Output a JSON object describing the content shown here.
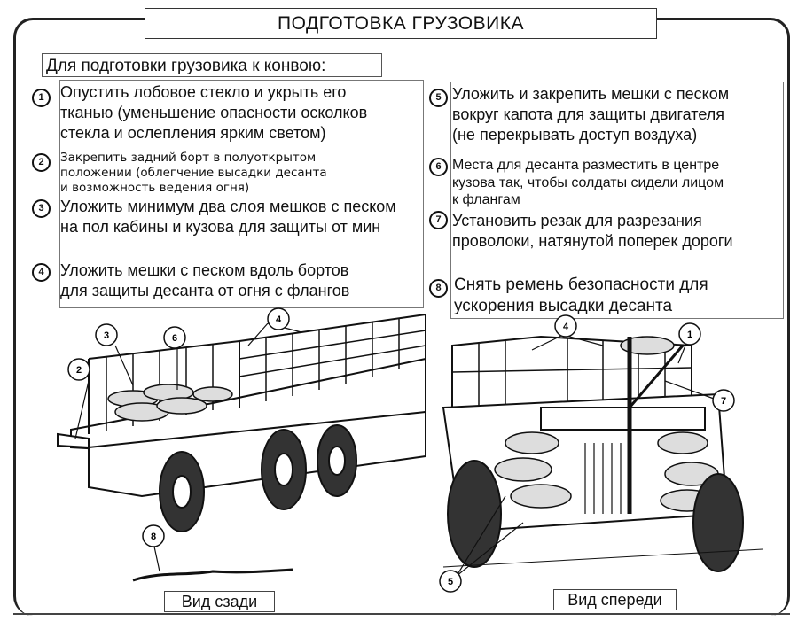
{
  "title": "ПОДГОТОВКА ГРУЗОВИКА",
  "subtitle": "Для подготовки грузовика к конвою:",
  "steps": [
    {
      "num": "1",
      "lines": [
        "Опустить лобовое стекло и укрыть его",
        "тканью (уменьшение опасности осколков",
        "стекла и ослепления ярким светом)"
      ]
    },
    {
      "num": "2",
      "lines": [
        "Закрепить задний борт в полуоткрытом",
        "положении (облегчение высадки десанта",
        "и возможность ведения огня)"
      ]
    },
    {
      "num": "3",
      "lines": [
        "Уложить минимум два слоя мешков с песком",
        "на пол кабины и кузова для защиты от мин"
      ]
    },
    {
      "num": "4",
      "lines": [
        "Уложить мешки с песком вдоль бортов",
        "для защиты десанта от огня с флангов"
      ]
    },
    {
      "num": "5",
      "lines": [
        "Уложить и закрепить мешки с песком",
        "вокруг капота для защиты двигателя",
        "(не перекрывать доступ воздуха)"
      ]
    },
    {
      "num": "6",
      "lines": [
        "Места для десанта разместить в центре",
        "кузова так, чтобы солдаты сидели лицом",
        "к флангам"
      ]
    },
    {
      "num": "7",
      "lines": [
        "Установить резак для разрезания",
        "проволоки, натянутой поперек дороги"
      ]
    },
    {
      "num": "8",
      "lines": [
        "Снять ремень безопасности для",
        "ускорения высадки десанта"
      ]
    }
  ],
  "rear_view": {
    "caption": "Вид сзади",
    "callouts": [
      "3",
      "6",
      "4",
      "2",
      "8"
    ]
  },
  "front_view": {
    "caption": "Вид спереди",
    "callouts": [
      "4",
      "1",
      "7",
      "5"
    ]
  }
}
